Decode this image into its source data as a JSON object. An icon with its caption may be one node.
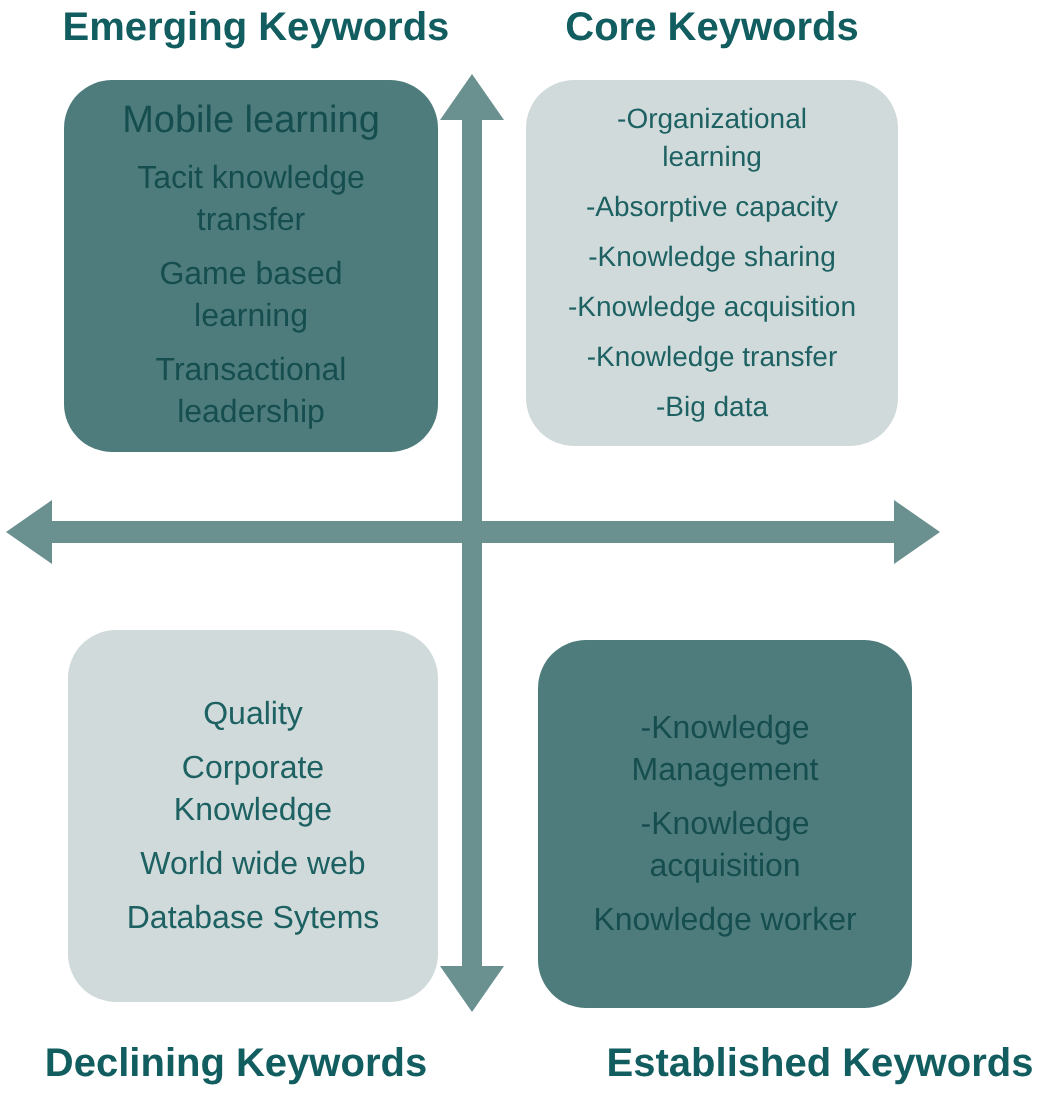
{
  "diagram": {
    "nodes": [
      {
        "text": [
          "Mobile learning",
          "Tacit knowledge transfer",
          "Game based learning",
          "Transactional leadership"
        ],
        "beside": [
          "Emerging Keywords"
        ]
      },
      {
        "text": [
          "-Organizational learning",
          "-Absorptive capacity",
          "-Knowledge sharing",
          "-Knowledge acquisition",
          "-Knowledge transfer",
          "-Big data"
        ],
        "beside": [
          "Core Keywords"
        ]
      },
      {
        "text": [
          "Quality",
          "Corporate Knowledge",
          "World wide web",
          "Database Sytems"
        ],
        "beside": [
          "Declining Keywords"
        ]
      },
      {
        "text": [
          "-Knowledge Management",
          "-Knowledge acquisition",
          "Knowledge worker"
        ],
        "beside": [
          "Established Keywords"
        ]
      }
    ]
  }
}
